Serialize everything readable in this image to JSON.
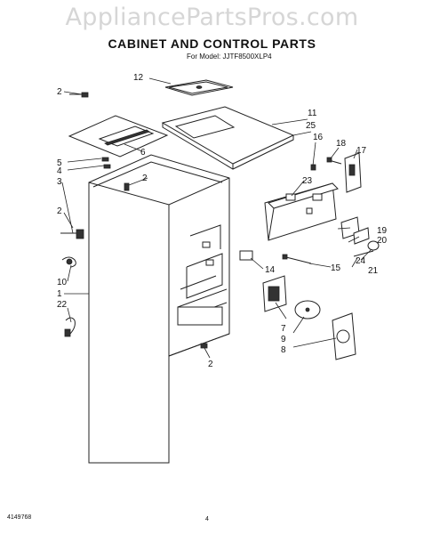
{
  "watermark": "AppliancePartsPros.com",
  "title": "CABINET AND CONTROL PARTS",
  "subtitle": "For Model: JJTF8500XLP4",
  "document_number": "4149768",
  "page_number": "4",
  "callouts": [
    "12",
    "2",
    "11",
    "25",
    "16",
    "18",
    "17",
    "6",
    "5",
    "4",
    "3",
    "2",
    "23",
    "2",
    "19",
    "20",
    "24",
    "21",
    "14",
    "15",
    "10",
    "1",
    "22",
    "7",
    "9",
    "8",
    "2"
  ]
}
